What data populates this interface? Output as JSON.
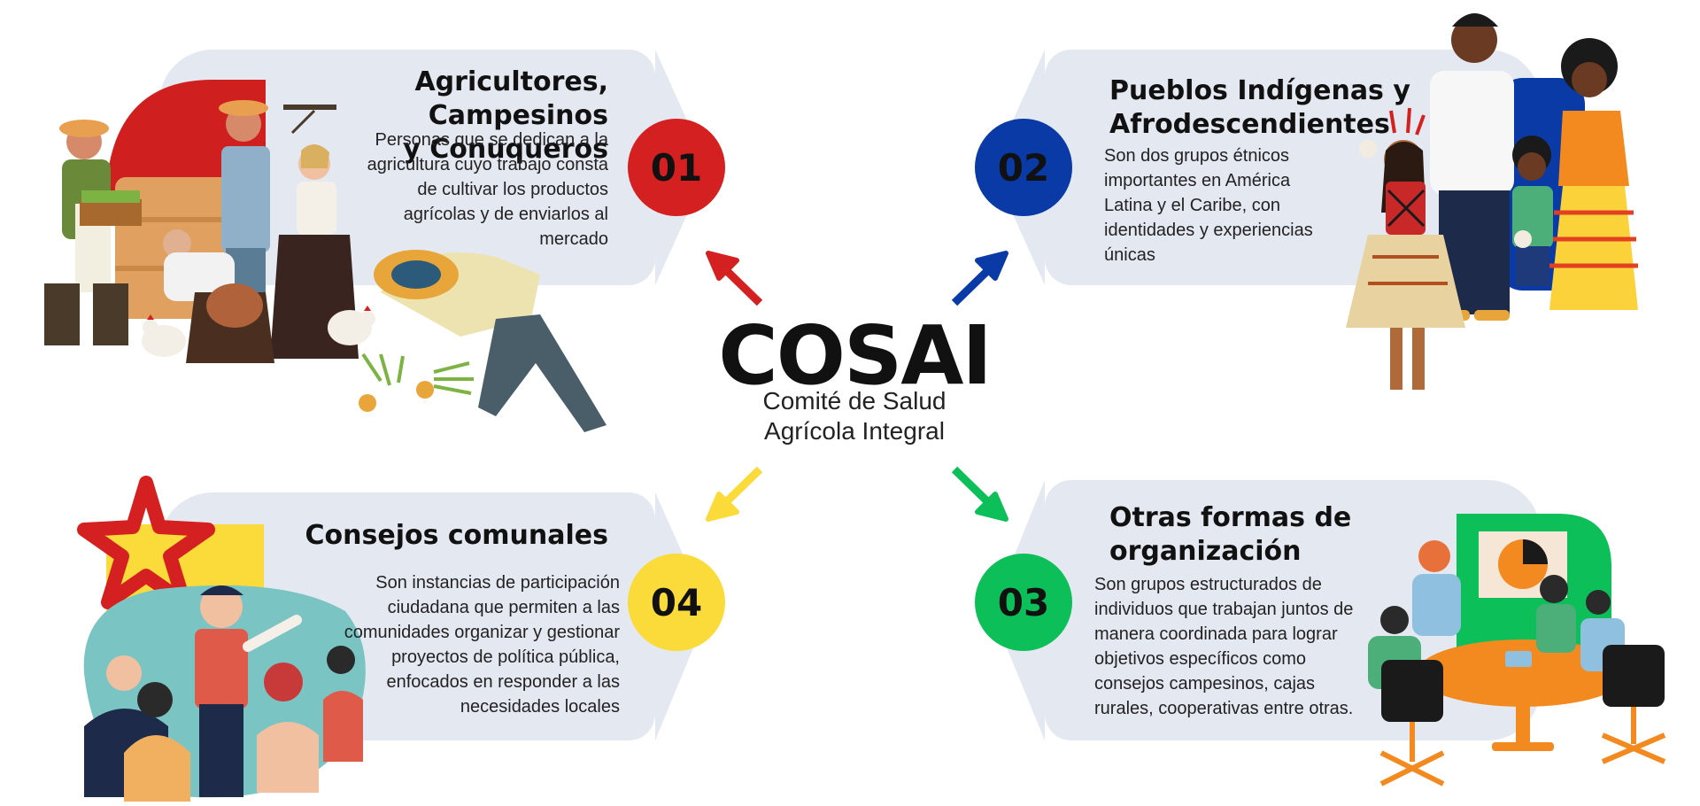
{
  "center": {
    "title": "COSAI",
    "subtitle_line1": "Comité de Salud",
    "subtitle_line2": "Agrícola Integral"
  },
  "colors": {
    "panel": "#e4e8f1",
    "red": "#d42020",
    "blue": "#0a3aa6",
    "green": "#0cbf59",
    "yellow": "#fbdb3a"
  },
  "cards": {
    "c01": {
      "number": "01",
      "title_line1": "Agricultores, Campesinos",
      "title_line2": "y Conuqueros",
      "desc": [
        "Personas que se dedican a la",
        "agricultura cuyo trabajo consta",
        "de cultivar los productos",
        "agrícolas y de enviarlos al",
        "mercado"
      ],
      "illustration": "farmers-illustration"
    },
    "c02": {
      "number": "02",
      "title_line1": "Pueblos Indígenas y",
      "title_line2": "Afrodescendientes",
      "desc": [
        "Son dos grupos étnicos",
        "importantes en América",
        "Latina y el Caribe, con",
        "identidades y experiencias",
        "únicas"
      ],
      "illustration": "indigenous-afro-illustration"
    },
    "c03": {
      "number": "03",
      "title_line1": "Otras formas de",
      "title_line2": "organización",
      "desc": [
        "Son grupos estructurados de",
        "individuos que trabajan juntos de",
        "manera coordinada para lograr",
        "objetivos específicos  como",
        "consejos campesinos, cajas",
        "rurales, cooperativas entre otras."
      ],
      "illustration": "meeting-illustration"
    },
    "c04": {
      "number": "04",
      "title_line1": "Consejos comunales",
      "desc": [
        "Son instancias de participación",
        "ciudadana que permiten a las",
        "comunidades organizar y gestionar",
        "proyectos de política pública,",
        "enfocados en responder a las",
        "necesidades locales"
      ],
      "illustration": "community-illustration"
    }
  }
}
